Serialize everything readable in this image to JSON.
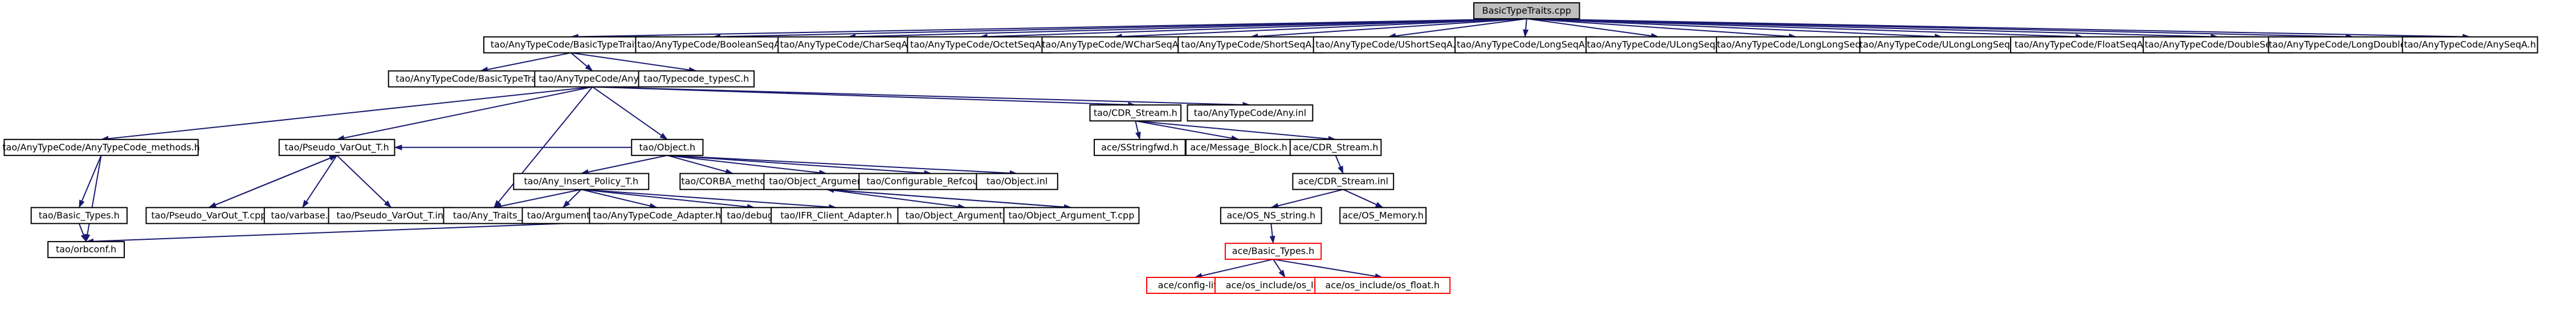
{
  "title": "BasicTypeTraits.cpp",
  "colors": {
    "edge": "#191970",
    "root_fill": "#bfbfbf",
    "missing_border": "#ff0000",
    "node_border": "#000000"
  },
  "nodes": [
    {
      "id": "root",
      "label": "BasicTypeTraits.cpp",
      "kind": "root"
    },
    {
      "id": "btt",
      "label": "tao/AnyTypeCode/BasicTypeTraits.h"
    },
    {
      "id": "boolseq",
      "label": "tao/AnyTypeCode/BooleanSeqA.h"
    },
    {
      "id": "charseq",
      "label": "tao/AnyTypeCode/CharSeqA.h"
    },
    {
      "id": "octetseq",
      "label": "tao/AnyTypeCode/OctetSeqA.h"
    },
    {
      "id": "wcharseq",
      "label": "tao/AnyTypeCode/WCharSeqA.h"
    },
    {
      "id": "shortseq",
      "label": "tao/AnyTypeCode/ShortSeqA.h"
    },
    {
      "id": "ushortseq",
      "label": "tao/AnyTypeCode/UShortSeqA.h"
    },
    {
      "id": "longseq",
      "label": "tao/AnyTypeCode/LongSeqA.h"
    },
    {
      "id": "ulongseq",
      "label": "tao/AnyTypeCode/ULongSeqA.h"
    },
    {
      "id": "longlongseq",
      "label": "tao/AnyTypeCode/LongLongSeqA.h"
    },
    {
      "id": "ulonglongseq",
      "label": "tao/AnyTypeCode/ULongLongSeqA.h"
    },
    {
      "id": "floatseq",
      "label": "tao/AnyTypeCode/FloatSeqA.h"
    },
    {
      "id": "doubleseq",
      "label": "tao/AnyTypeCode/DoubleSeqA.h"
    },
    {
      "id": "longdoubleseq",
      "label": "tao/AnyTypeCode/LongDoubleSeqA.h"
    },
    {
      "id": "anyseq",
      "label": "tao/AnyTypeCode/AnySeqA.h"
    },
    {
      "id": "bttt",
      "label": "tao/AnyTypeCode/BasicTypeTraits_T.h"
    },
    {
      "id": "any",
      "label": "tao/AnyTypeCode/Any.h"
    },
    {
      "id": "typecodetypes",
      "label": "tao/Typecode_typesC.h"
    },
    {
      "id": "cdr",
      "label": "tao/CDR_Stream.h"
    },
    {
      "id": "anyinl",
      "label": "tao/AnyTypeCode/Any.inl"
    },
    {
      "id": "anymethods",
      "label": "tao/AnyTypeCode/AnyTypeCode_methods.h"
    },
    {
      "id": "pseudovarout",
      "label": "tao/Pseudo_VarOut_T.h"
    },
    {
      "id": "object",
      "label": "tao/Object.h"
    },
    {
      "id": "sstringfwd",
      "label": "ace/SStringfwd.h"
    },
    {
      "id": "msgblock",
      "label": "ace/Message_Block.h"
    },
    {
      "id": "acecdr",
      "label": "ace/CDR_Stream.h"
    },
    {
      "id": "anyinsert",
      "label": "tao/Any_Insert_Policy_T.h"
    },
    {
      "id": "corbamethods",
      "label": "tao/CORBA_methods.h"
    },
    {
      "id": "objargt",
      "label": "tao/Object_Argument_T.h"
    },
    {
      "id": "configurable",
      "label": "tao/Configurable_Refcount.h"
    },
    {
      "id": "objectinl",
      "label": "tao/Object.inl"
    },
    {
      "id": "acecdrinl",
      "label": "ace/CDR_Stream.inl"
    },
    {
      "id": "basictypes",
      "label": "tao/Basic_Types.h"
    },
    {
      "id": "pseudovaroutcpp",
      "label": "tao/Pseudo_VarOut_T.cpp"
    },
    {
      "id": "varbase",
      "label": "tao/varbase.h"
    },
    {
      "id": "pseudovaroutinl",
      "label": "tao/Pseudo_VarOut_T.inl"
    },
    {
      "id": "anytraits",
      "label": "tao/Any_Traits_T.h"
    },
    {
      "id": "argument",
      "label": "tao/Argument.h"
    },
    {
      "id": "adapter",
      "label": "tao/AnyTypeCode_Adapter.h"
    },
    {
      "id": "debug",
      "label": "tao/debug.h"
    },
    {
      "id": "ifrclient",
      "label": "tao/IFR_Client_Adapter.h"
    },
    {
      "id": "objarginl",
      "label": "tao/Object_Argument_T.inl"
    },
    {
      "id": "objargcpp",
      "label": "tao/Object_Argument_T.cpp"
    },
    {
      "id": "osnsstring",
      "label": "ace/OS_NS_string.h"
    },
    {
      "id": "osmemory",
      "label": "ace/OS_Memory.h"
    },
    {
      "id": "orbconf",
      "label": "tao/orbconf.h"
    },
    {
      "id": "acebasictypes",
      "label": "ace/Basic_Types.h",
      "kind": "missing"
    },
    {
      "id": "configlite",
      "label": "ace/config-lite.h",
      "kind": "missing"
    },
    {
      "id": "oslimits",
      "label": "ace/os_include/os_limits.h",
      "kind": "missing"
    },
    {
      "id": "osfloat",
      "label": "ace/os_include/os_float.h",
      "kind": "missing"
    }
  ],
  "edges": [
    [
      "root",
      "btt"
    ],
    [
      "root",
      "boolseq"
    ],
    [
      "root",
      "charseq"
    ],
    [
      "root",
      "octetseq"
    ],
    [
      "root",
      "wcharseq"
    ],
    [
      "root",
      "shortseq"
    ],
    [
      "root",
      "ushortseq"
    ],
    [
      "root",
      "longseq"
    ],
    [
      "root",
      "ulongseq"
    ],
    [
      "root",
      "longlongseq"
    ],
    [
      "root",
      "ulonglongseq"
    ],
    [
      "root",
      "floatseq"
    ],
    [
      "root",
      "doubleseq"
    ],
    [
      "root",
      "longdoubleseq"
    ],
    [
      "root",
      "anyseq"
    ],
    [
      "btt",
      "bttt"
    ],
    [
      "btt",
      "any"
    ],
    [
      "btt",
      "typecodetypes"
    ],
    [
      "any",
      "anymethods"
    ],
    [
      "any",
      "pseudovarout"
    ],
    [
      "any",
      "object"
    ],
    [
      "any",
      "anytraits"
    ],
    [
      "any",
      "cdr"
    ],
    [
      "any",
      "anyinl"
    ],
    [
      "cdr",
      "sstringfwd"
    ],
    [
      "cdr",
      "msgblock"
    ],
    [
      "cdr",
      "acecdr"
    ],
    [
      "object",
      "pseudovarout"
    ],
    [
      "object",
      "anyinsert"
    ],
    [
      "object",
      "corbamethods"
    ],
    [
      "object",
      "objargt"
    ],
    [
      "object",
      "configurable"
    ],
    [
      "object",
      "objectinl"
    ],
    [
      "anymethods",
      "basictypes"
    ],
    [
      "anymethods",
      "orbconf"
    ],
    [
      "pseudovarout",
      "pseudovaroutcpp"
    ],
    [
      "pseudovarout",
      "varbase"
    ],
    [
      "pseudovarout",
      "pseudovaroutinl"
    ],
    [
      "pseudovaroutcpp",
      "pseudovarout"
    ],
    [
      "basictypes",
      "orbconf"
    ],
    [
      "anyinsert",
      "anytraits"
    ],
    [
      "anyinsert",
      "argument"
    ],
    [
      "anyinsert",
      "adapter"
    ],
    [
      "anyinsert",
      "debug"
    ],
    [
      "anyinsert",
      "ifrclient"
    ],
    [
      "argument",
      "orbconf"
    ],
    [
      "objargt",
      "objarginl"
    ],
    [
      "objargt",
      "objargcpp"
    ],
    [
      "objargcpp",
      "objargt"
    ],
    [
      "acecdr",
      "acecdrinl"
    ],
    [
      "acecdrinl",
      "osnsstring"
    ],
    [
      "acecdrinl",
      "osmemory"
    ],
    [
      "osnsstring",
      "acebasictypes"
    ],
    [
      "acebasictypes",
      "configlite"
    ],
    [
      "acebasictypes",
      "oslimits"
    ],
    [
      "acebasictypes",
      "osfloat"
    ]
  ]
}
